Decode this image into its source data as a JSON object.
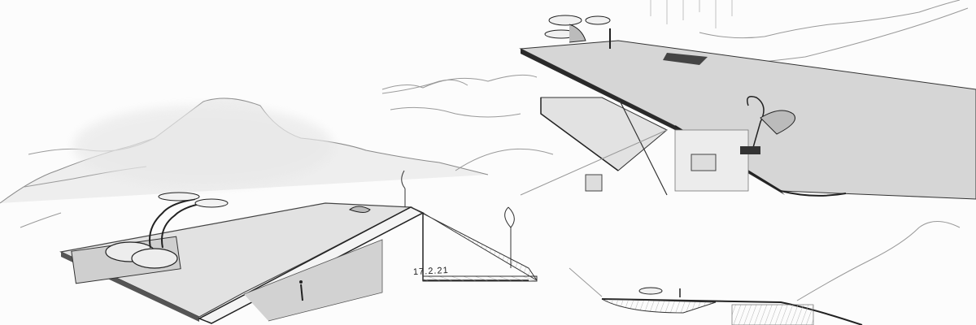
{
  "artwork": {
    "type": "pencil-sketch",
    "subject": "cantilevered mountain house concept with rooftop drone/VTOL landing pads",
    "signature_date": "17.2.21",
    "colors": {
      "paper": "#fcfcfc",
      "graphite_dark": "#2a2a2a",
      "graphite_mid": "#7a7a7a",
      "graphite_light": "#c4c4c4",
      "shade_fill": "#d9d9d9"
    },
    "views": [
      {
        "id": "left-perspective",
        "label": "aerial perspective with drone pad and mountains"
      },
      {
        "id": "top-right-perspective",
        "label": "cantilevered roof deck with drone and sculpture"
      },
      {
        "id": "bottom-right-elevation",
        "label": "side elevation on hillside"
      }
    ]
  }
}
